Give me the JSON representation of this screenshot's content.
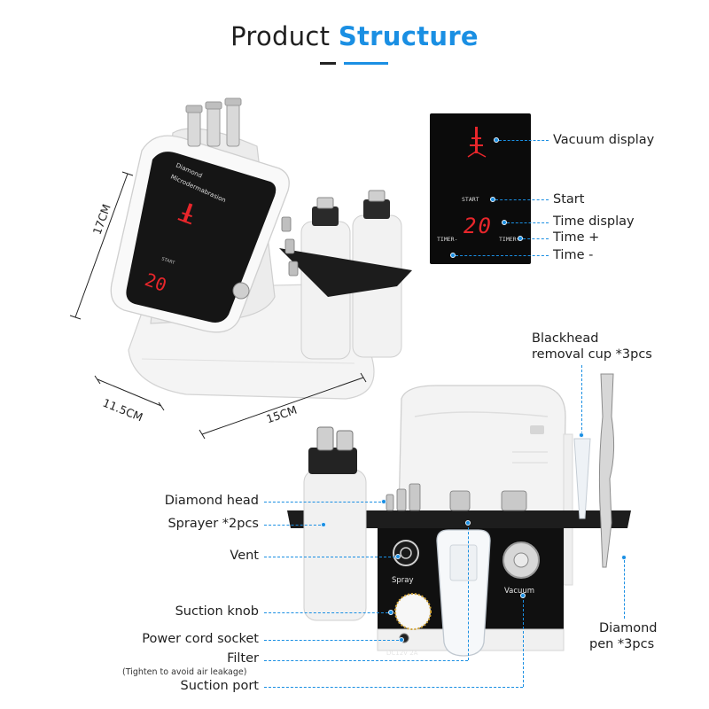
{
  "title": {
    "part1": "Product",
    "part2": "Structure"
  },
  "display_panel": {
    "start_caption": "START",
    "digits": "20",
    "timer_minus_caption": "TIMER-",
    "timer_plus_caption": "TIMER+"
  },
  "panel_labels": {
    "vacuum_display": "Vacuum display",
    "start": "Start",
    "time_display": "Time display",
    "time_plus": "Time +",
    "time_minus": "Time -"
  },
  "device_text": {
    "brand_line1": "Diamond",
    "brand_line2": "Microdermabrasion",
    "start_small": "START",
    "screen_digits": "20",
    "spray": "Spray",
    "vacuum": "Vacuum",
    "power": "DC12V  2A"
  },
  "dimensions": {
    "height": "17CM",
    "depth": "11.5CM",
    "width": "15CM"
  },
  "part_labels": {
    "blackhead_line1": "Blackhead",
    "blackhead_line2": "removal cup *3pcs",
    "diamond_head": "Diamond head",
    "sprayer": "Sprayer *2pcs",
    "vent": "Vent",
    "suction_knob": "Suction knob",
    "power_cord_socket": "Power cord socket",
    "filter": "Filter",
    "filter_note": "(Tighten to avoid air leakage)",
    "suction_port": "Suction port",
    "diamond_pen_line1": "Diamond",
    "diamond_pen_line2": "pen *3pcs"
  },
  "colors": {
    "accent": "#1a8fe3",
    "display_red": "#e8262b",
    "panel_black": "#0b0b0b"
  }
}
